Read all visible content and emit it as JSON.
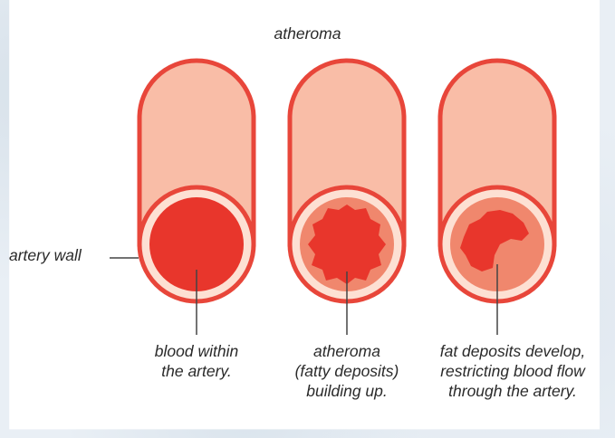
{
  "diagram": {
    "title": "atheroma",
    "wall_label": "artery wall",
    "captions": [
      [
        "blood within",
        "the artery."
      ],
      [
        "atheroma",
        "(fatty deposits)",
        "building up."
      ],
      [
        "fat deposits develop,",
        "restricting blood flow",
        "through the artery."
      ]
    ],
    "colors": {
      "outline": "#e8463a",
      "wall": "#f9bda7",
      "ring": "#fde0d3",
      "blood": "#e8362c",
      "deposit": "#f0876d",
      "leader": "#444444"
    }
  }
}
